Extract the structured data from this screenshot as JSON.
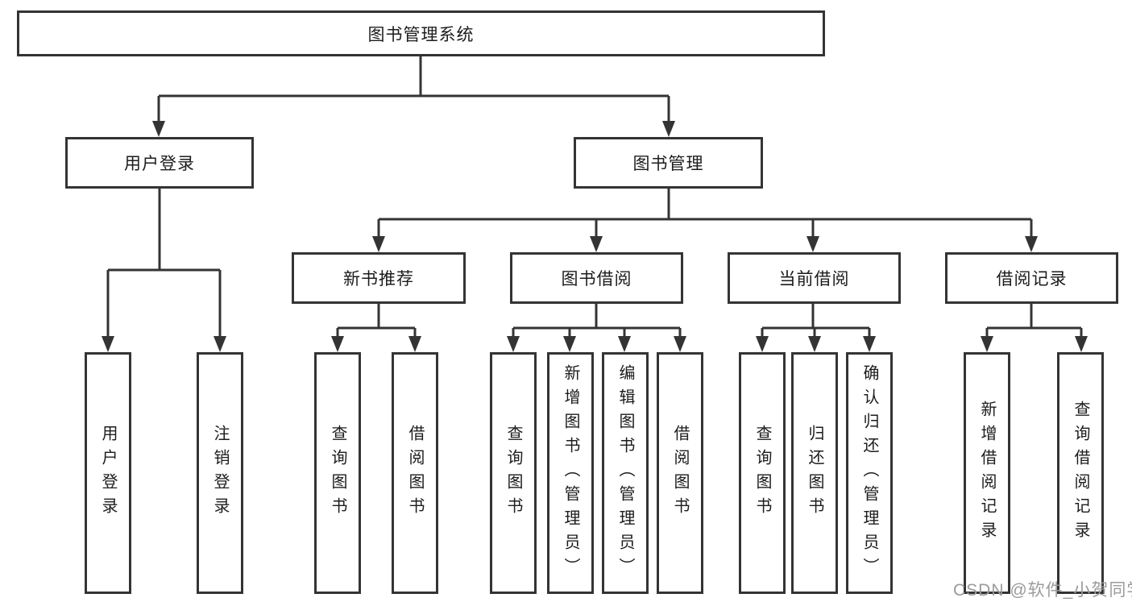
{
  "diagram": {
    "title": "图书管理系统",
    "tree": {
      "label": "图书管理系统",
      "children": [
        {
          "label": "用户登录",
          "children": [
            {
              "label": "用户登录"
            },
            {
              "label": "注销登录"
            }
          ]
        },
        {
          "label": "图书管理",
          "children": [
            {
              "label": "新书推荐",
              "children": [
                {
                  "label": "查询图书"
                },
                {
                  "label": "借阅图书"
                }
              ]
            },
            {
              "label": "图书借阅",
              "children": [
                {
                  "label": "查询图书"
                },
                {
                  "label": "新增图书（管理员）"
                },
                {
                  "label": "编辑图书（管理员）"
                },
                {
                  "label": "借阅图书"
                }
              ]
            },
            {
              "label": "当前借阅",
              "children": [
                {
                  "label": "查询图书"
                },
                {
                  "label": "归还图书"
                },
                {
                  "label": "确认归还（管理员）"
                }
              ]
            },
            {
              "label": "借阅记录",
              "children": [
                {
                  "label": "新增借阅记录"
                },
                {
                  "label": "查询借阅记录"
                }
              ]
            }
          ]
        }
      ]
    }
  },
  "watermark": {
    "text": "CSDN @软件_小贺同学"
  },
  "colors": {
    "line": "#343434",
    "box_border": "#343434",
    "text": "#1c1c1c",
    "watermark": "#9b9b9b",
    "background": "#ffffff"
  }
}
